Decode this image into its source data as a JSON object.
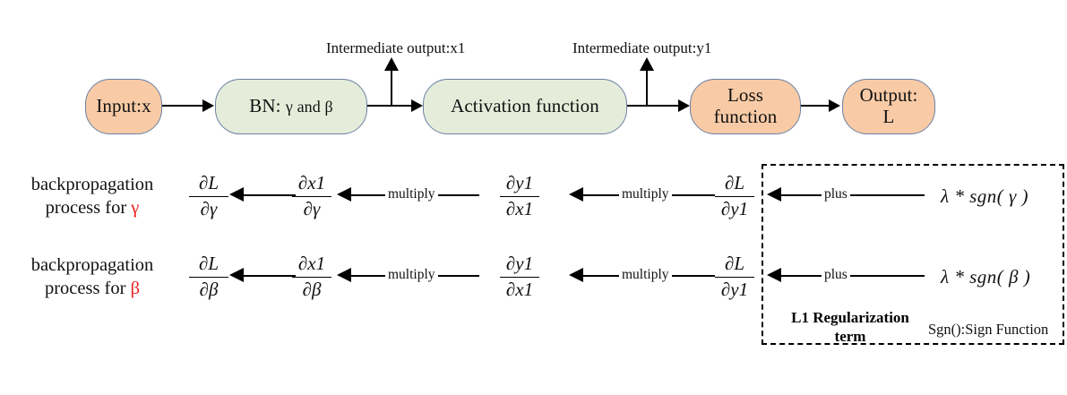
{
  "diagram": {
    "title": "Backpropagation with L1 regularization on BN parameters",
    "colors": {
      "peach_fill": "#f8cba6",
      "green_fill": "#e5edda",
      "node_border": "#6b7fa3",
      "highlight_red": "#e8211b",
      "line": "#000000"
    },
    "flow_nodes": [
      {
        "id": "input",
        "label": "Input:x",
        "fill": "peach"
      },
      {
        "id": "bn",
        "label": "BN: ",
        "label_suffix": "γ and β",
        "fill": "green"
      },
      {
        "id": "activation",
        "label": "Activation function",
        "fill": "green"
      },
      {
        "id": "loss",
        "label": "Loss\nfunction",
        "line1": "Loss",
        "line2": "function",
        "fill": "peach"
      },
      {
        "id": "output",
        "label": "Output:\nL",
        "line1": "Output:",
        "line2": "L",
        "fill": "peach"
      }
    ],
    "branch_labels": [
      {
        "id": "x1",
        "text": "Intermediate output:x1"
      },
      {
        "id": "y1",
        "text": "Intermediate output:y1"
      }
    ],
    "rows": [
      {
        "id": "gamma-row",
        "side_line1": "backpropagation",
        "side_line2_prefix": "process for ",
        "side_line2_symbol": "γ",
        "fractions": [
          {
            "id": "dL-dgamma",
            "num": "∂L",
            "den": "∂γ"
          },
          {
            "id": "dx1-dgamma",
            "num": "∂x1",
            "den": "∂γ"
          },
          {
            "id": "dy1-dx1",
            "num": "∂y1",
            "den": "∂x1"
          },
          {
            "id": "dL-dy1",
            "num": "∂L",
            "den": "∂y1"
          }
        ],
        "edge_words": [
          "multiply",
          "multiply",
          "plus"
        ],
        "reg_expression": "λ * sgn( γ )"
      },
      {
        "id": "beta-row",
        "side_line1": "backpropagation",
        "side_line2_prefix": "process for ",
        "side_line2_symbol": "β",
        "fractions": [
          {
            "id": "dL-dbeta",
            "num": "∂L",
            "den": "∂β"
          },
          {
            "id": "dx1-dbeta",
            "num": "∂x1",
            "den": "∂β"
          },
          {
            "id": "dy1-dx1",
            "num": "∂y1",
            "den": "∂x1"
          },
          {
            "id": "dL-dy1",
            "num": "∂L",
            "den": "∂y1"
          }
        ],
        "edge_words": [
          "multiply",
          "multiply",
          "plus"
        ],
        "reg_expression": "λ * sgn( β )"
      }
    ],
    "dashed_box": {
      "term_line1": "L1 Regularization",
      "term_line2": "term",
      "note": "Sgn():Sign Function"
    }
  }
}
